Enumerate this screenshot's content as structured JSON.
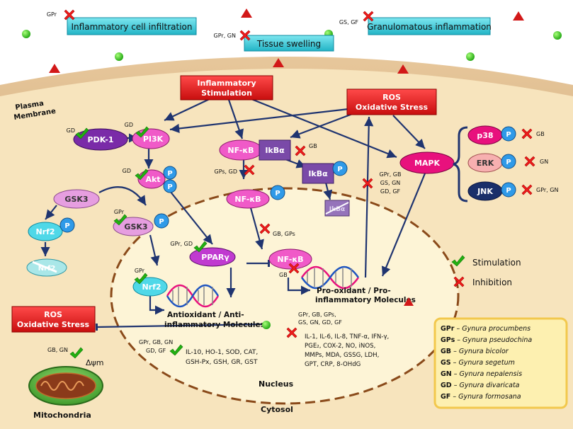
{
  "extracellular": {
    "infiltration": {
      "label": "Inflammatory  cell infiltration",
      "species": "GPr"
    },
    "swelling": {
      "label": "Tissue swelling",
      "species": "GPr, GN"
    },
    "granulomatous": {
      "label": "Granulomatous inflammation",
      "species": "GS, GF"
    }
  },
  "membrane_label": [
    "Plasma",
    "Membrane"
  ],
  "inflammatory_stimulation": [
    "Inflammatory",
    "Stimulation"
  ],
  "ros_top": [
    "ROS",
    "Oxidative Stress"
  ],
  "ros_left": [
    "ROS",
    "Oxidative Stress"
  ],
  "nodes": {
    "pdk1": "PDK-1",
    "pi3k": "PI3K",
    "akt": "Akt",
    "gsk3a": "GSK3",
    "gsk3b": "GSK3",
    "nrf2a": "Nrf2",
    "nrf2b": "Nrf2",
    "nrf2c": "Nrf2",
    "nfkb1": "NF-κB",
    "ikba1": "IkBα",
    "ikba2": "IkBα",
    "ikba3": "IkBα",
    "nfkb2": "NF-κB",
    "nfkb3": "NF-κB",
    "ppar": "PPARγ",
    "mapk": "MAPK",
    "p38": "p38",
    "erk": "ERK",
    "jnk": "JNK",
    "phospho": "P"
  },
  "species_labels": {
    "pdk1": "GD",
    "pi3k": "GD",
    "akt": "GD",
    "gsk3": "GPr",
    "ikba": "GB",
    "nfkb_trans": "GPs, GD",
    "nfkb_nuc": "GB, GPs",
    "ppar": "GPr, GD",
    "nrf2": "GPr",
    "nfkb_dna": "GB",
    "mapk_path": [
      "GPr, GB",
      "GS, GN",
      "GD, GF"
    ],
    "p38": "GB",
    "erk": "GN",
    "jnk": "GPr, GN",
    "mito": "GB, GN",
    "anti_list": [
      "GPr, GB, GN",
      "GD, GF"
    ],
    "pro_list": [
      "GPr, GB, GPs,",
      "GS, GN, GD, GF"
    ]
  },
  "outputs": {
    "pro": [
      "Pro-oxidant / Pro-",
      "inflammatory Molecules"
    ],
    "anti": [
      "Antioxidant / Anti-",
      "inflammatory Molecules"
    ]
  },
  "anti_molecules": [
    "IL-10, HO-1, SOD, CAT,",
    "GSH-Px, GSH, GR, GST"
  ],
  "pro_molecules": [
    "IL-1, IL-6, IL-8, TNF-α, IFN-γ,",
    "PGE₂, COX-2, NO, iNOS,",
    "MMPs,  MDA, GSSG, LDH,",
    "GPT, CRP, 8-OHdG"
  ],
  "nucleus_label": "Nucleus",
  "cytosol_label": "Cytosol",
  "mito": {
    "label": "Mitochondria",
    "delta": "Δψm"
  },
  "legend": {
    "stimulation": "Stimulation",
    "inhibition": "Inhibition"
  },
  "species_key": [
    {
      "abbr": "GPr",
      "name": "Gynura procumbens"
    },
    {
      "abbr": "GPs",
      "name": "Gynura pseudochina"
    },
    {
      "abbr": "GB",
      "name": "Gynura bicolor"
    },
    {
      "abbr": "GS",
      "name": "Gynura segetum"
    },
    {
      "abbr": "GN",
      "name": "Gynura nepalensis"
    },
    {
      "abbr": "GD",
      "name": "Gynura divaricata"
    },
    {
      "abbr": "GF",
      "name": "Gynura formosana"
    }
  ],
  "colors": {
    "cytoplasm": "#f7e4bd",
    "membrane": "#c4a070",
    "nucleus": "#fdf4d6",
    "red_box": "#e41c1c",
    "cyan": "#38c8d8",
    "pink": "#f05ac8",
    "purple": "#7a2ba8",
    "mapk": "#e8117d",
    "check": "#22b011",
    "cross": "#ee1c1c",
    "arrow": "#1f3470",
    "key_bg": "#fdf0b0",
    "key_border": "#f2c84d"
  }
}
